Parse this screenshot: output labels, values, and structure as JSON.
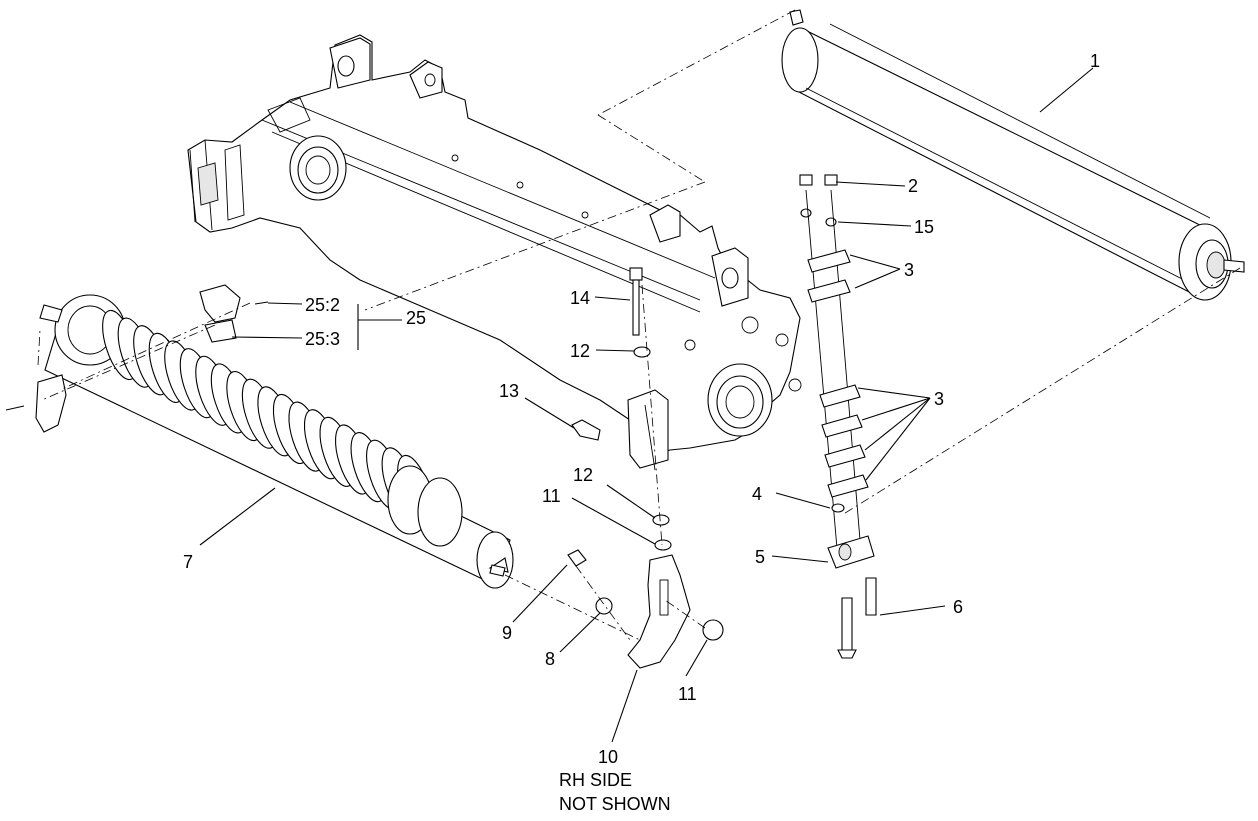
{
  "callouts": {
    "c1": "1",
    "c2": "2",
    "c15": "15",
    "c3a": "3",
    "c3b": "3",
    "c25_2": "25:2",
    "c25_3": "25:3",
    "c25": "25",
    "c14": "14",
    "c12a": "12",
    "c13": "13",
    "c12b": "12",
    "c11a": "11",
    "c4": "4",
    "c5": "5",
    "c6": "6",
    "c7": "7",
    "c9": "9",
    "c8": "8",
    "c11b": "11",
    "c10": "10"
  },
  "note": {
    "line1": "RH SIDE",
    "line2": "NOT SHOWN"
  }
}
